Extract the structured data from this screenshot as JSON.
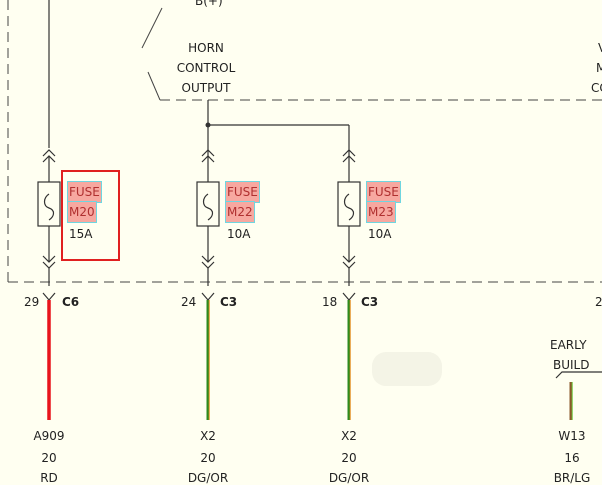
{
  "top_label": "B(+)",
  "horn_output_label": [
    "HORN",
    "CONTROL",
    "OUTPUT"
  ],
  "right_edge_label": [
    "V",
    "M",
    "CC"
  ],
  "fuses": [
    {
      "word": "FUSE",
      "id": "M20",
      "rating": "15A"
    },
    {
      "word": "FUSE",
      "id": "M22",
      "rating": "10A"
    },
    {
      "word": "FUSE",
      "id": "M23",
      "rating": "10A"
    }
  ],
  "connectors": [
    {
      "pin": "29",
      "name": "C6"
    },
    {
      "pin": "24",
      "name": "C3"
    },
    {
      "pin": "18",
      "name": "C3"
    },
    {
      "pin": "2",
      "name": ""
    }
  ],
  "early_build": [
    "EARLY",
    "BUILD"
  ],
  "wires": [
    {
      "circuit": "A909",
      "gauge": "20",
      "color_code": "RD",
      "color": "#e8141c",
      "stripe": ""
    },
    {
      "circuit": "X2",
      "gauge": "20",
      "color_code": "DG/OR",
      "color": "#2e8b1e",
      "stripe": "#e08a1a"
    },
    {
      "circuit": "X2",
      "gauge": "20",
      "color_code": "DG/OR",
      "color": "#2e8b1e",
      "stripe": "#e08a1a"
    },
    {
      "circuit": "W13",
      "gauge": "16",
      "color_code": "BR/LG",
      "color": "#8b5a2b",
      "stripe": "#6ac43a"
    }
  ]
}
